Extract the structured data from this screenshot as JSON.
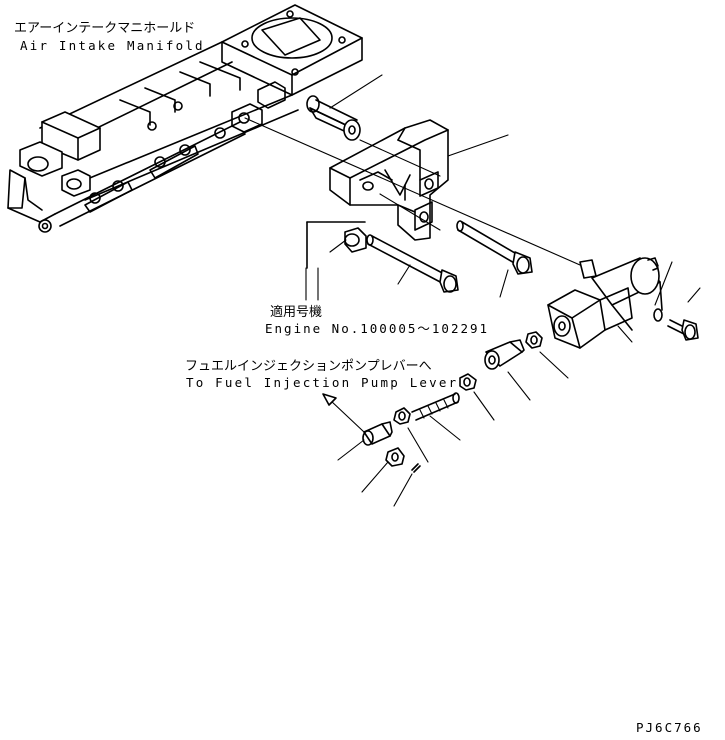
{
  "labels": {
    "manifold_jp": "エアーインテークマニホールド",
    "manifold_en": "Air Intake Manifold",
    "applicable_jp": "適用号機",
    "engine_range": "Engine No.100005～102291",
    "lever_jp": "フュエルインジェクションポンプレバーへ",
    "lever_en": "To Fuel Injection Pump Lever",
    "drawing_code": "PJ6C766"
  }
}
